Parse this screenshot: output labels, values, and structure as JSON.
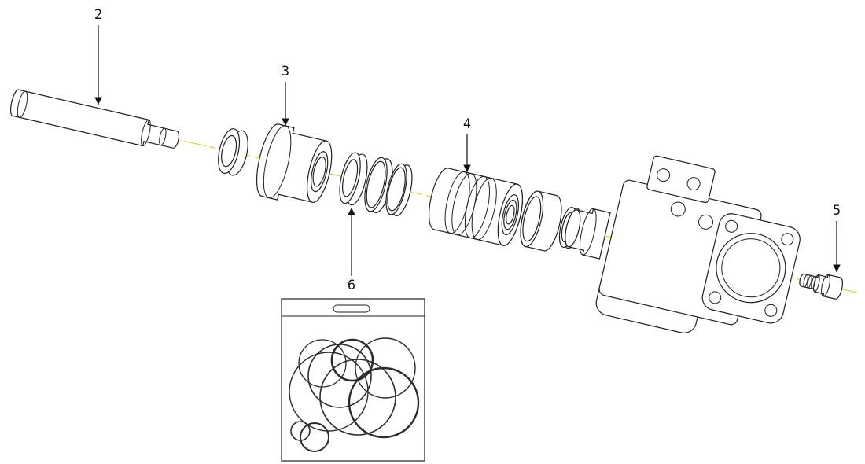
{
  "callouts": {
    "c2": {
      "label": "2"
    },
    "c3": {
      "label": "3"
    },
    "c4": {
      "label": "4"
    },
    "c5": {
      "label": "5"
    },
    "c6": {
      "label": "6"
    }
  },
  "colors": {
    "centerline": "#d8ce2f",
    "line": "#1f1f1f",
    "background": "#ffffff"
  }
}
